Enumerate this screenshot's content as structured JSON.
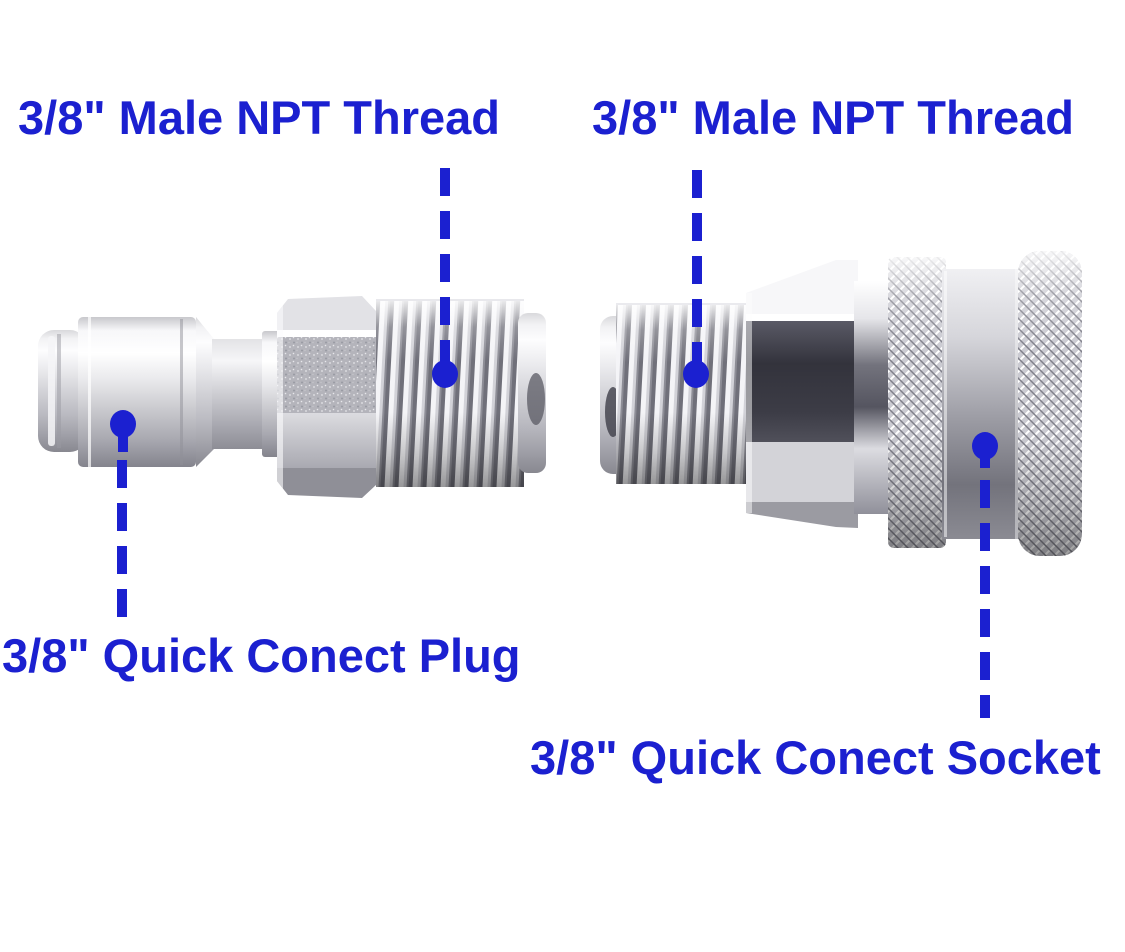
{
  "image": {
    "background_color": "#ffffff",
    "annotation_color": "#1b20d0",
    "description": "Product callout photo of two chrome 3/8 inch pressure-washer quick-connect fittings with blue dashed leader lines and labels"
  },
  "labels": {
    "top_left": "3/8\" Male NPT Thread",
    "top_right": "3/8\" Male NPT Thread",
    "bottom_left": "3/8\" Quick Conect Plug",
    "bottom_right": "3/8\" Quick Conect Socket"
  },
  "parts": {
    "left_fitting": "3/8 inch quick connect plug with male NPT thread",
    "right_fitting": "3/8 inch quick connect socket with male NPT thread"
  }
}
